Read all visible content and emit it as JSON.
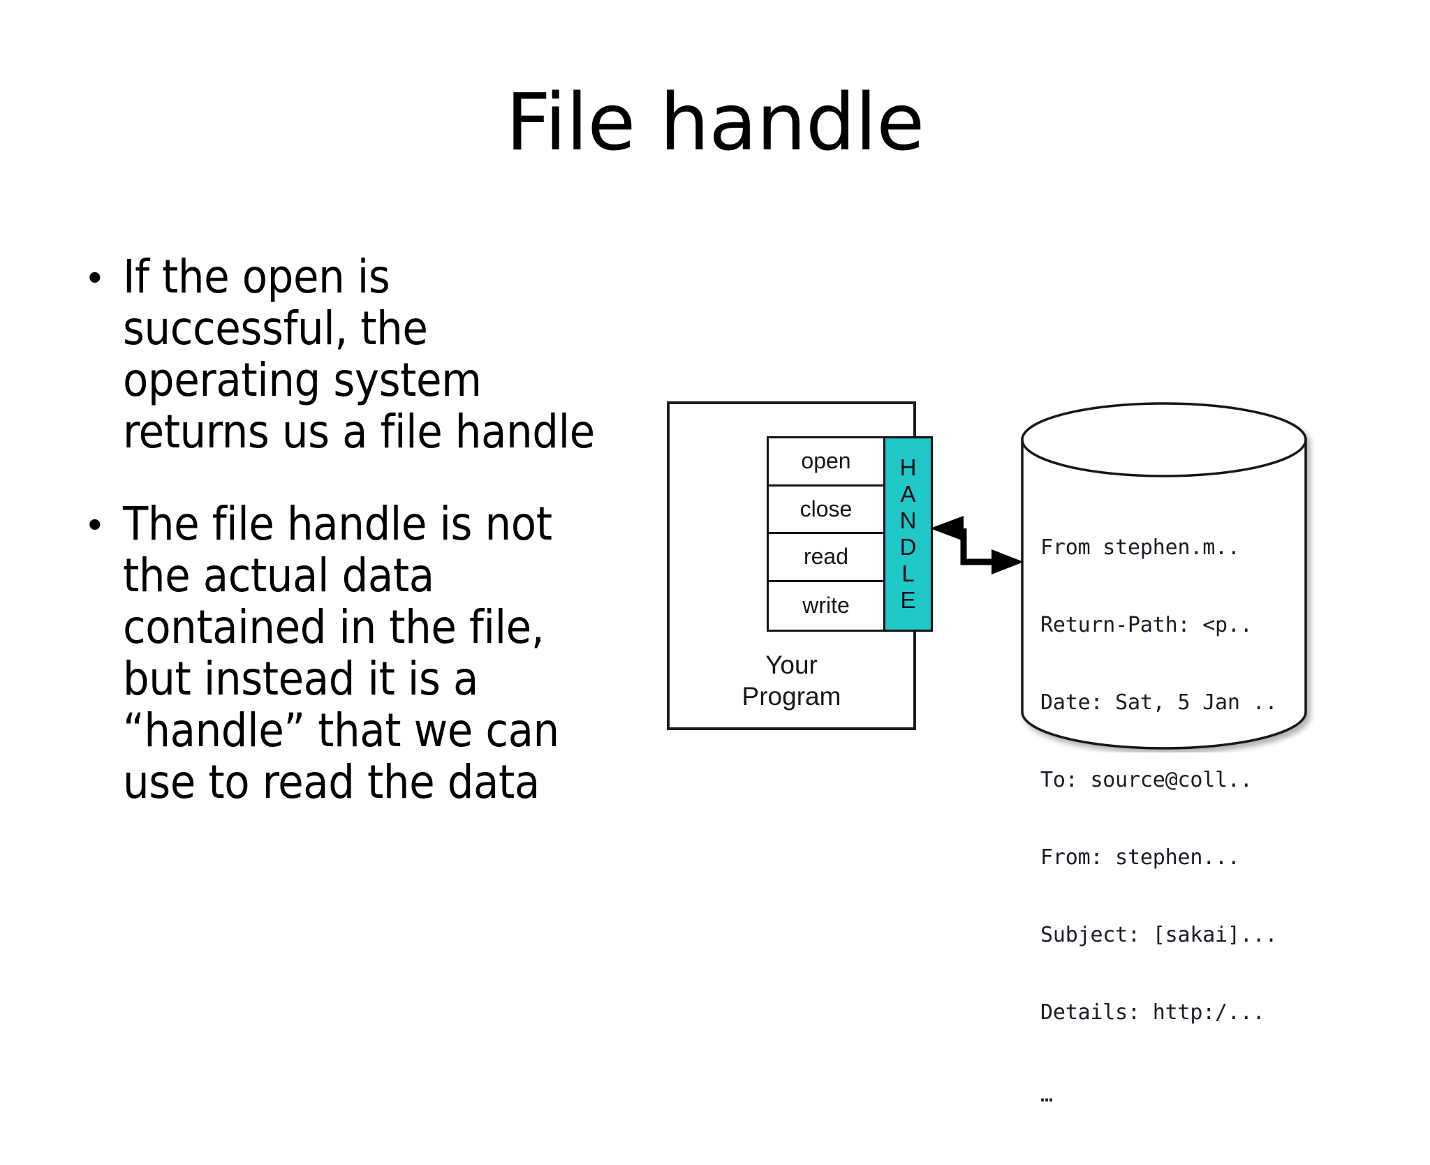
{
  "slide": {
    "title": "File handle",
    "bullets": [
      {
        "marker": "•",
        "text": "If the open is successful, the operating system returns us a file handle"
      },
      {
        "marker": "•",
        "text": "The file handle is not the actual data contained in the file, but instead it is a “handle” that we can use to read the data"
      }
    ]
  },
  "diagram": {
    "program": {
      "caption": "Your\nProgram",
      "caption_line1": "Your",
      "caption_line2": "Program",
      "api_calls": [
        "open",
        "close",
        "read",
        "write"
      ]
    },
    "handle": {
      "label": "HANDLE",
      "letters": [
        "H",
        "A",
        "N",
        "D",
        "L",
        "E"
      ],
      "color": "#1fc7c7"
    },
    "arrows": {
      "to_program_label": "arrow-left-to-handle",
      "to_file_label": "arrow-right-to-file"
    },
    "file_store": {
      "lines": [
        "From stephen.m..",
        "Return-Path: <p..",
        "Date: Sat, 5 Jan ..",
        "To: source@coll..",
        "From: stephen...",
        "Subject: [sakai]...",
        "Details: http:/..."
      ],
      "ellipsis": "…"
    }
  },
  "colors": {
    "background": "#ffffff",
    "text": "#000000",
    "accent_teal": "#1fc7c7",
    "stroke": "#121218"
  }
}
